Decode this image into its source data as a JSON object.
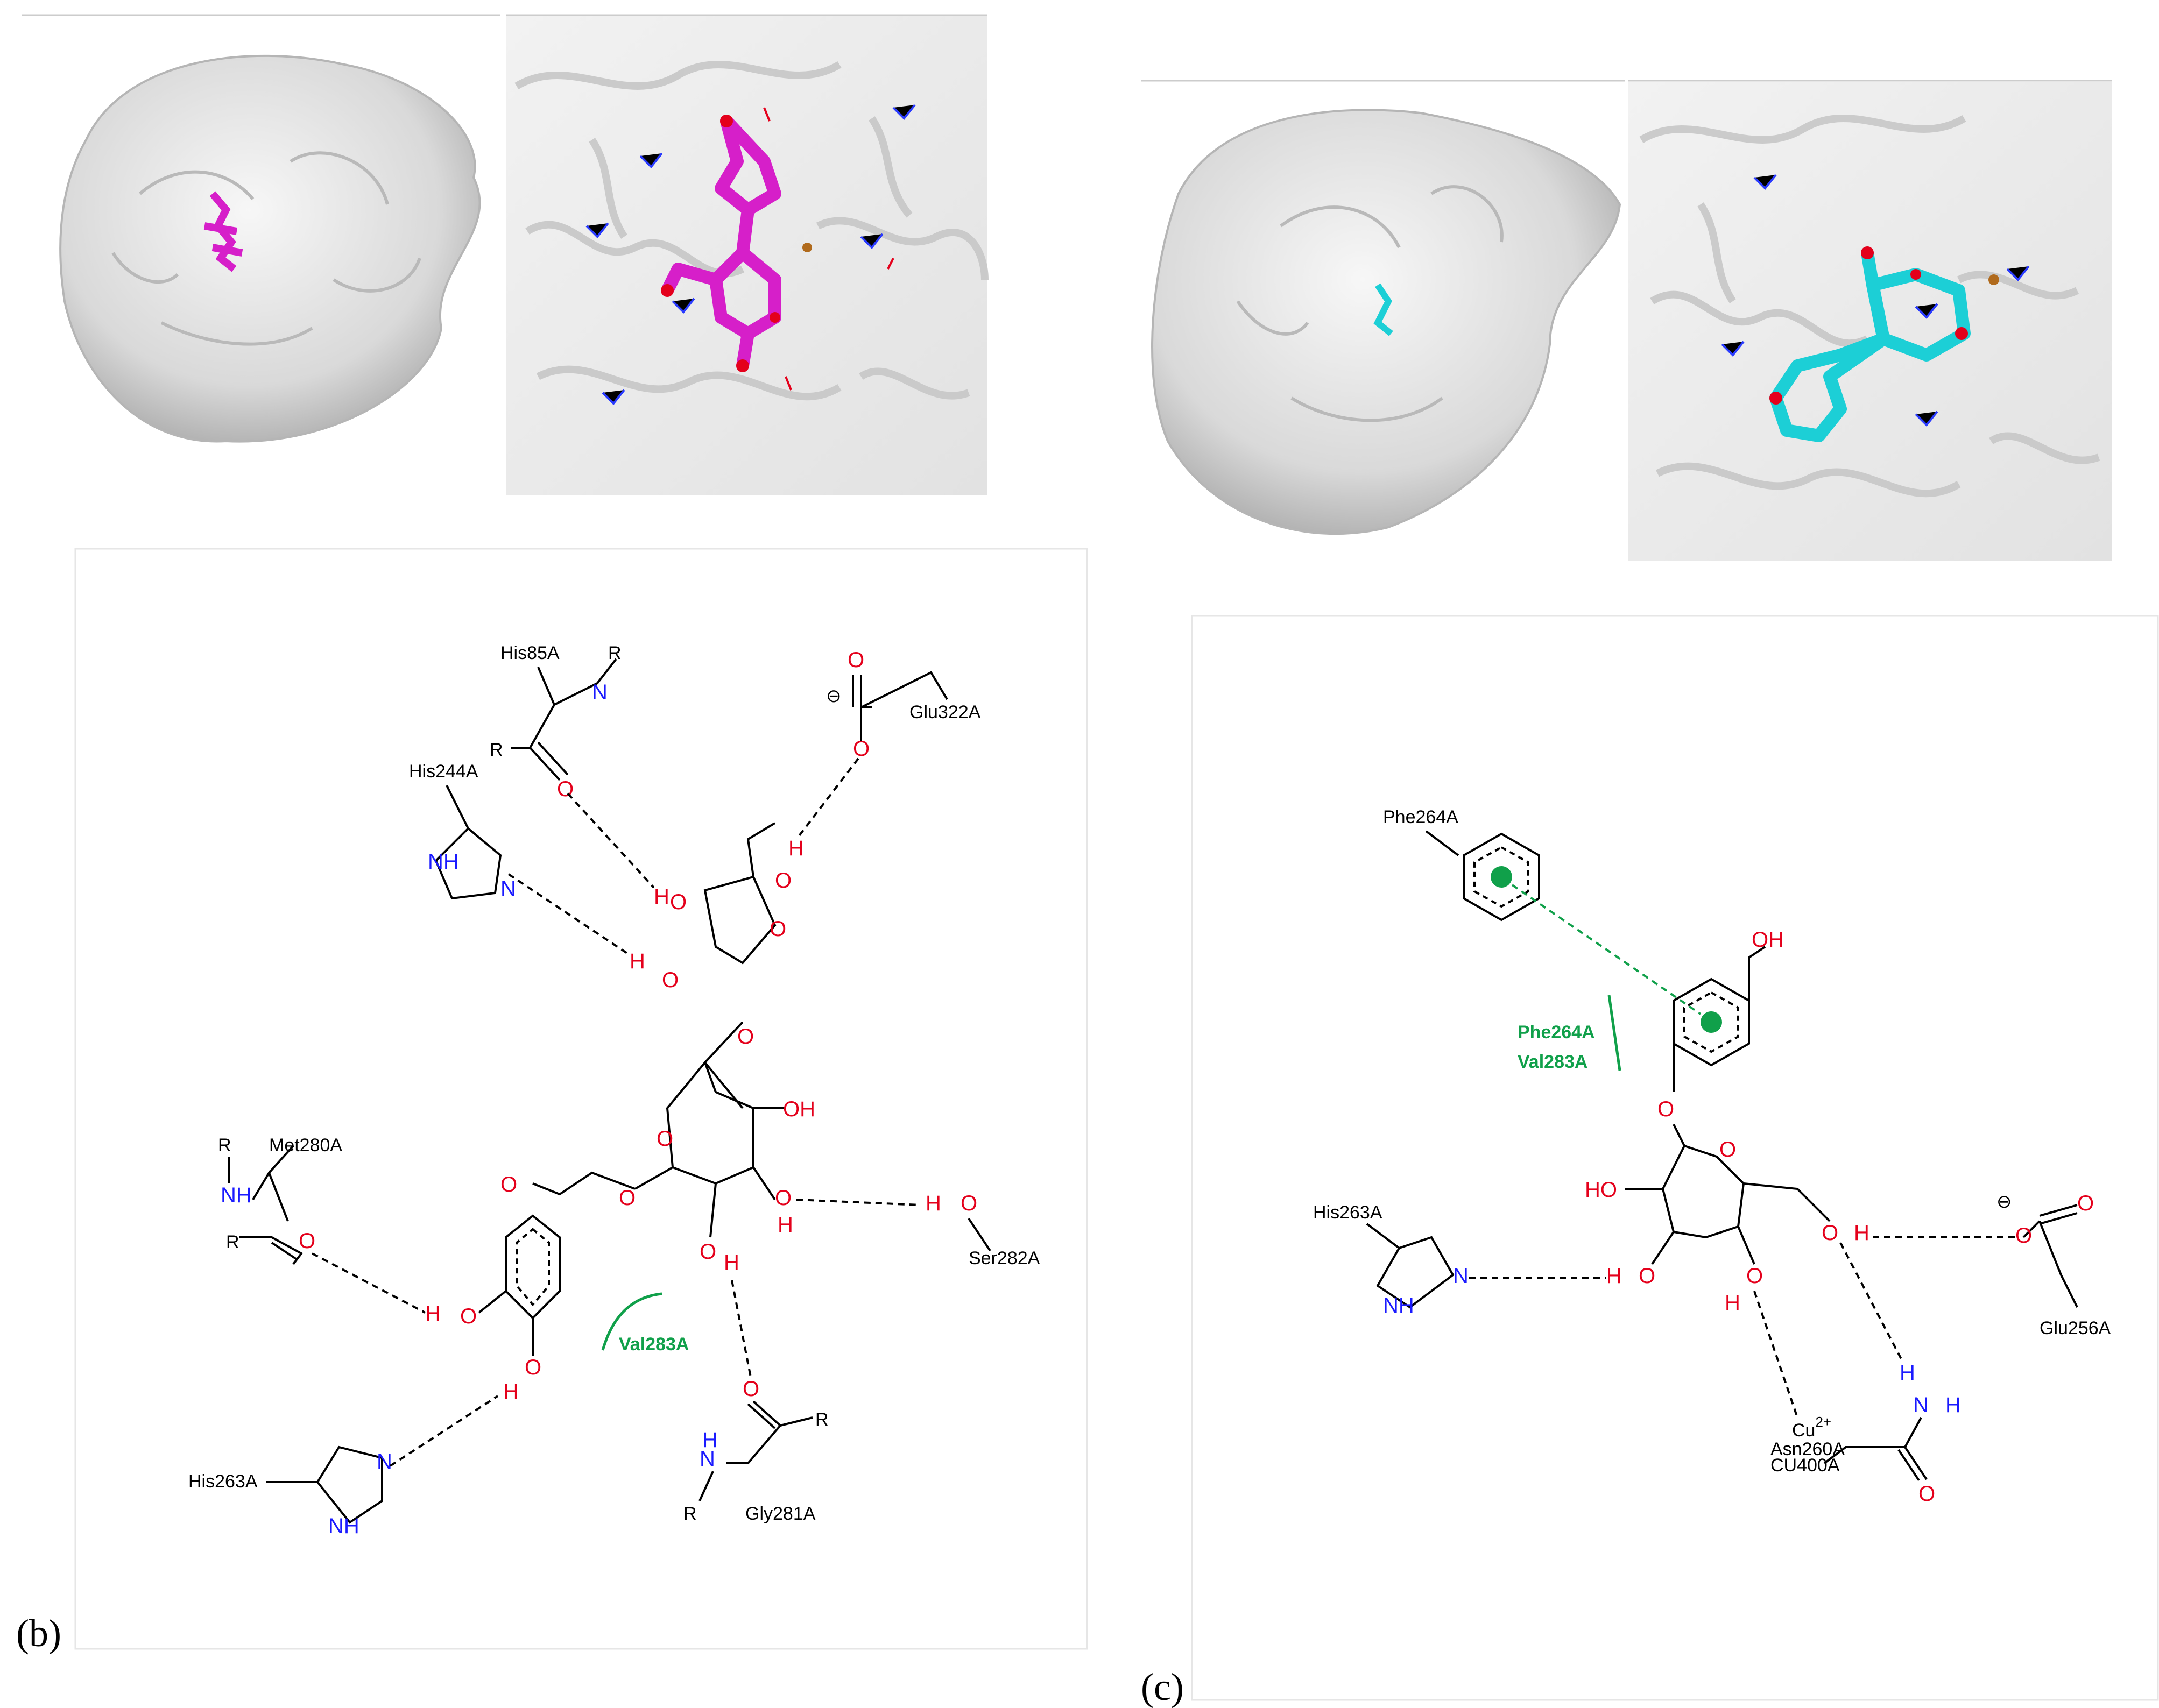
{
  "panel_b": {
    "letter": "(b)",
    "residues": {
      "his85": "His85A",
      "his244": "His244A",
      "glu322": "Glu322A",
      "met280": "Met280A",
      "ser282": "Ser282A",
      "his263": "His263A",
      "gly281": "Gly281A",
      "val283": "Val283A"
    }
  },
  "panel_c": {
    "letter": "(c)",
    "residues": {
      "phe264": "Phe264A",
      "hydrophobic_1": "Phe264A",
      "hydrophobic_2": "Val283A",
      "his263": "His263A",
      "glu256": "Glu256A",
      "cu_ion": "Cu",
      "cu_charge": "2+",
      "asn260": "Asn260A",
      "cu400": "CU400A"
    }
  },
  "atoms": {
    "O": "O",
    "H": "H",
    "N": "N",
    "NH": "NH",
    "R": "R",
    "OH": "OH",
    "HO": "HO",
    "minus": "⊖"
  },
  "colors": {
    "ligand_b": "#d61fc9",
    "ligand_c": "#1ccfd6",
    "oxygen": "#e4001b",
    "nitrogen": "#1a1aff",
    "hydrophobic": "#10a04a",
    "protein_surface": "#d9d9d9"
  }
}
